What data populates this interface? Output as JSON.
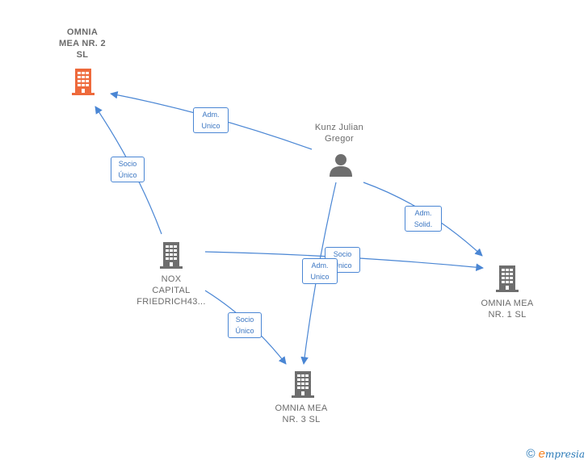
{
  "nodes": {
    "omnia2": {
      "label": "OMNIA\nMEA NR.  2\nSL",
      "color": "#ee6a3c"
    },
    "kunz": {
      "label": "Kunz Julian\nGregor",
      "color": "#6e6e6e"
    },
    "nox": {
      "label": "NOX\nCAPITAL\nFRIEDRICH43...",
      "color": "#6e6e6e"
    },
    "omnia1": {
      "label": "OMNIA MEA\nNR.  1  SL",
      "color": "#6e6e6e"
    },
    "omnia3": {
      "label": "OMNIA MEA\nNR.  3  SL",
      "color": "#6e6e6e"
    }
  },
  "edges": {
    "kunz_omnia2": {
      "label": "Adm.\nUnico"
    },
    "nox_omnia2": {
      "label": "Socio\nÚnico"
    },
    "kunz_omnia1": {
      "label": "Adm.\nSolid."
    },
    "nox_omnia1": {
      "label": "Socio\nÚnico"
    },
    "kunz_omnia3": {
      "label": "Adm.\nUnico"
    },
    "nox_omnia3": {
      "label": "Socio\nÚnico"
    }
  },
  "colors": {
    "edge": "#4a86d4"
  },
  "footer": {
    "copyright": "©",
    "brand_initial": "e",
    "brand_rest": "mpresia"
  }
}
